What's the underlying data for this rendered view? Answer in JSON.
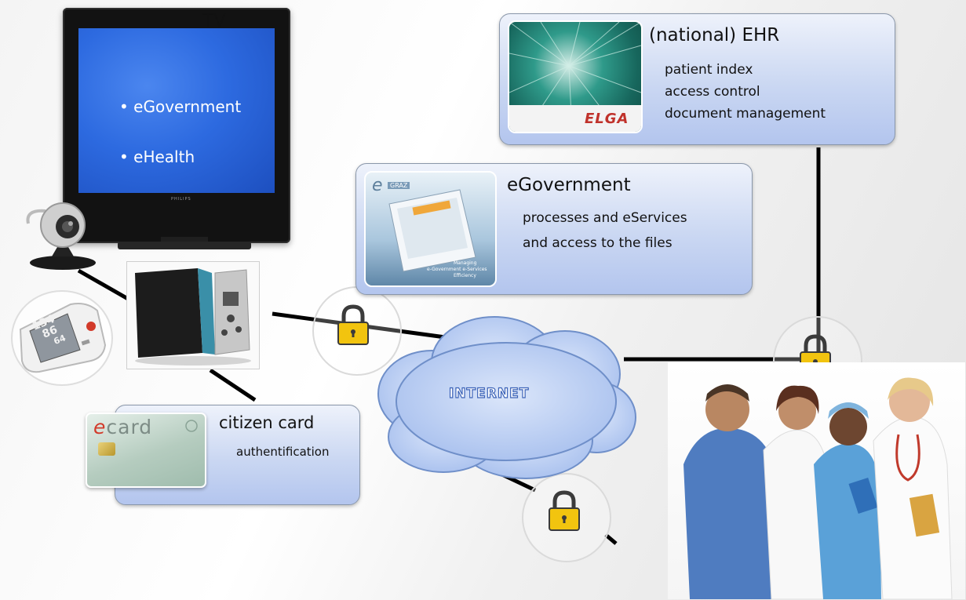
{
  "tv": {
    "label": "TV",
    "screen_items": [
      "• eGovernment",
      "• eHealth"
    ],
    "brand": "PHILIPS"
  },
  "ehr_box": {
    "title": "(national) EHR",
    "lines": [
      "patient index",
      "access control",
      "document management"
    ],
    "logo_text": "ELGA"
  },
  "egov_box": {
    "title": "eGovernment",
    "lines": [
      "processes and eServices",
      "and access to the files"
    ],
    "thumb_text": [
      "e",
      "GRAZ",
      "Managing",
      "e-Government e-Services",
      "Efficiency"
    ]
  },
  "card_box": {
    "title": "citizen card",
    "line": "authentification",
    "card_brand": "card",
    "card_brand_prefix": "e"
  },
  "cloud": {
    "label": "INTERNET"
  },
  "blood_pressure_monitor": {
    "readings": [
      "134",
      "86",
      "64"
    ]
  },
  "colors": {
    "box_fill": "#c4d3f1",
    "tv_screen": "#2d6ae0",
    "lock_gold": "#f2c40f",
    "cloud_fill": "#b8cdf3",
    "internet_text": "#ffffff",
    "ecard_red": "#d23a2a"
  },
  "icons": [
    "webcam-icon",
    "blood-pressure-monitor-icon",
    "set-top-box-icon",
    "padlock-icon",
    "cloud-icon",
    "ecard-icon"
  ]
}
